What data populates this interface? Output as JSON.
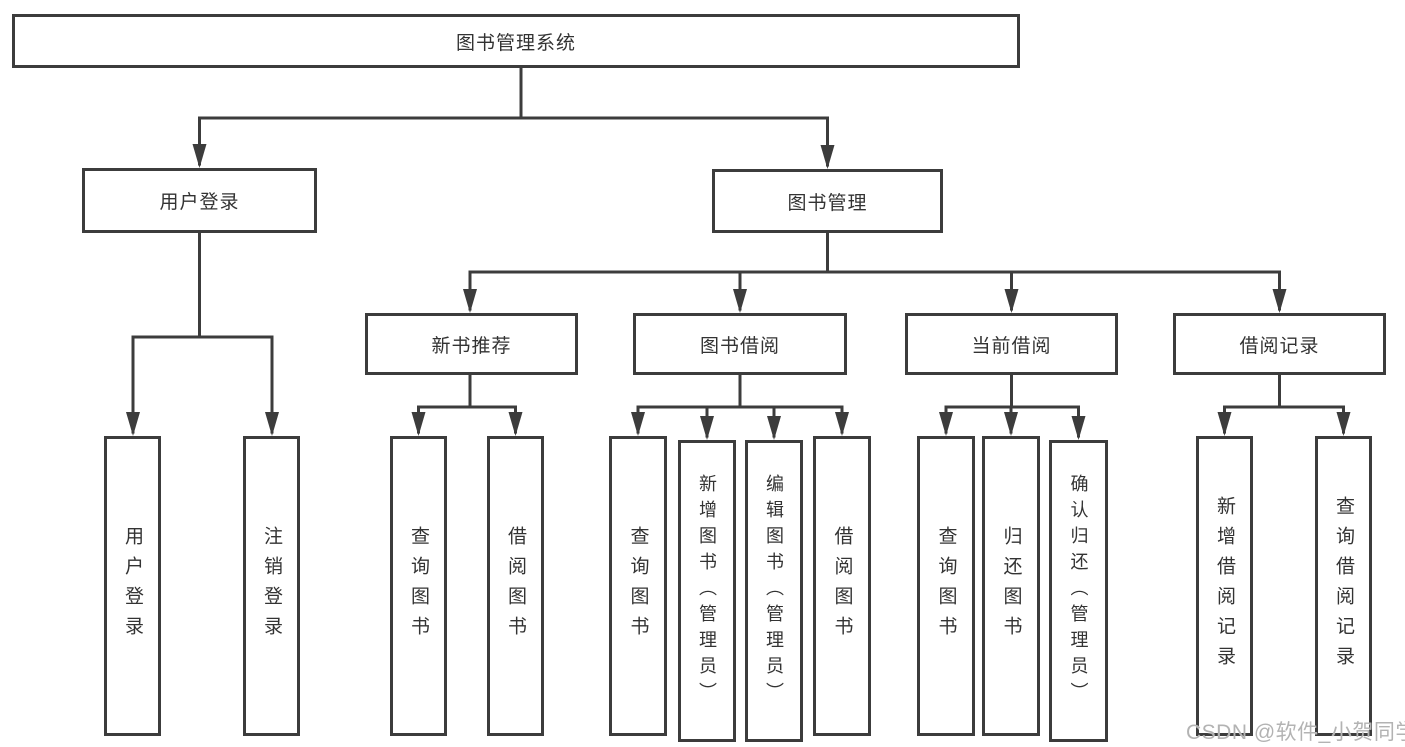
{
  "tree": {
    "root": {
      "label": "图书管理系统"
    },
    "level2": [
      {
        "label": "用户登录"
      },
      {
        "label": "图书管理"
      }
    ],
    "level3": [
      {
        "label": "新书推荐"
      },
      {
        "label": "图书借阅"
      },
      {
        "label": "当前借阅"
      },
      {
        "label": "借阅记录"
      }
    ],
    "leaves": {
      "login": [
        {
          "label": "用户登录"
        },
        {
          "label": "注销登录"
        }
      ],
      "recommend": [
        {
          "label": "查询图书"
        },
        {
          "label": "借阅图书"
        }
      ],
      "borrow": [
        {
          "label": "查询图书"
        },
        {
          "label": "新增图书（管理员）"
        },
        {
          "label": "编辑图书（管理员）"
        },
        {
          "label": "借阅图书"
        }
      ],
      "current": [
        {
          "label": "查询图书"
        },
        {
          "label": "归还图书"
        },
        {
          "label": "确认归还（管理员）"
        }
      ],
      "records": [
        {
          "label": "新增借阅记录"
        },
        {
          "label": "查询借阅记录"
        }
      ]
    }
  },
  "watermark": {
    "text": "CSDN @软件_小贺同学"
  },
  "colors": {
    "line": "#3c3c3c",
    "text": "#333333",
    "background": "#ffffff",
    "watermark": "#b3b3b3"
  }
}
